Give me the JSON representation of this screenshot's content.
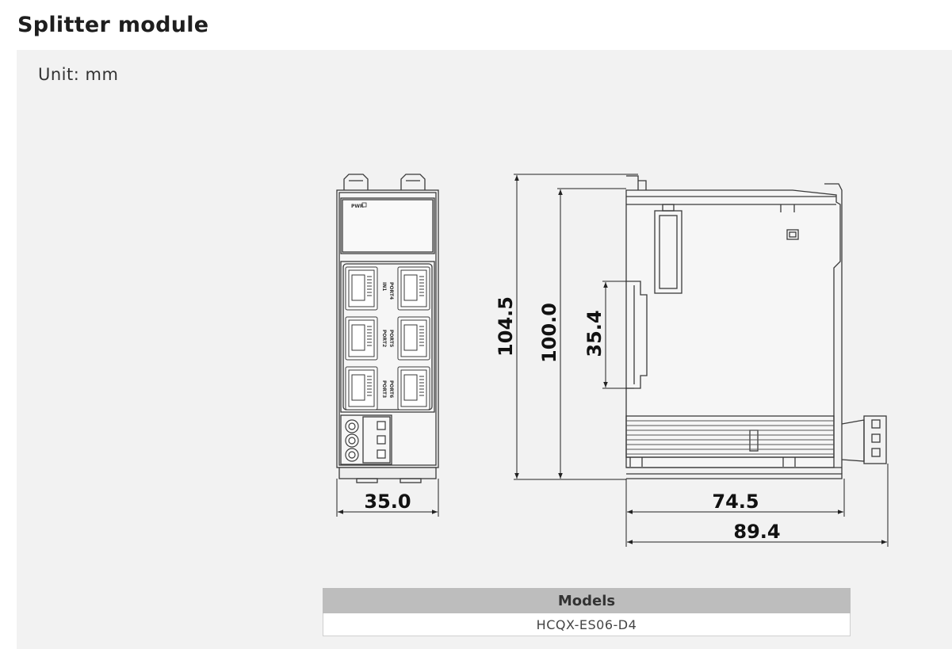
{
  "title": "Splitter module",
  "unit_label": "Unit: mm",
  "dimensions": {
    "front_width": "35.0",
    "total_height": "104.5",
    "body_height": "100.0",
    "rail_height": "35.4",
    "side_depth": "74.5",
    "total_depth": "89.4"
  },
  "front_labels": {
    "pwr": "PWR",
    "port_left": [
      "IN1",
      "PORT2",
      "PORT3"
    ],
    "port_right": [
      "PORT4",
      "PORT5",
      "PORT6"
    ]
  },
  "models_table": {
    "header": "Models",
    "rows": [
      "HCQX-ES06-D4"
    ]
  }
}
